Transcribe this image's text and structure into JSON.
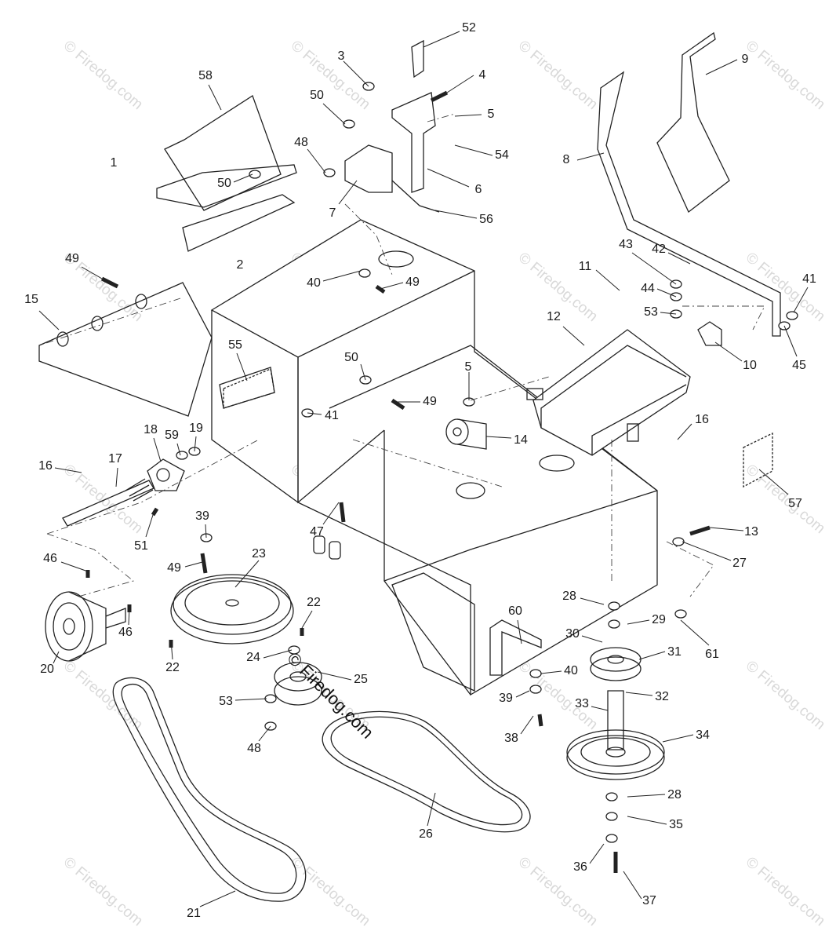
{
  "watermark": {
    "text": "© Firedog.com",
    "center_text": "© Firedog.com"
  },
  "labels": [
    {
      "id": "p1",
      "text": "1"
    },
    {
      "id": "p2",
      "text": "2"
    },
    {
      "id": "p3",
      "text": "3"
    },
    {
      "id": "p4",
      "text": "4"
    },
    {
      "id": "p5a",
      "text": "5"
    },
    {
      "id": "p5b",
      "text": "5"
    },
    {
      "id": "p6",
      "text": "6"
    },
    {
      "id": "p7",
      "text": "7"
    },
    {
      "id": "p8",
      "text": "8"
    },
    {
      "id": "p9",
      "text": "9"
    },
    {
      "id": "p10",
      "text": "10"
    },
    {
      "id": "p11",
      "text": "11"
    },
    {
      "id": "p12",
      "text": "12"
    },
    {
      "id": "p13",
      "text": "13"
    },
    {
      "id": "p14",
      "text": "14"
    },
    {
      "id": "p15",
      "text": "15"
    },
    {
      "id": "p16a",
      "text": "16"
    },
    {
      "id": "p16b",
      "text": "16"
    },
    {
      "id": "p17",
      "text": "17"
    },
    {
      "id": "p18",
      "text": "18"
    },
    {
      "id": "p19",
      "text": "19"
    },
    {
      "id": "p20",
      "text": "20"
    },
    {
      "id": "p21",
      "text": "21"
    },
    {
      "id": "p22a",
      "text": "22"
    },
    {
      "id": "p22b",
      "text": "22"
    },
    {
      "id": "p23",
      "text": "23"
    },
    {
      "id": "p24",
      "text": "24"
    },
    {
      "id": "p25",
      "text": "25"
    },
    {
      "id": "p26",
      "text": "26"
    },
    {
      "id": "p27",
      "text": "27"
    },
    {
      "id": "p28a",
      "text": "28"
    },
    {
      "id": "p28b",
      "text": "28"
    },
    {
      "id": "p29",
      "text": "29"
    },
    {
      "id": "p30",
      "text": "30"
    },
    {
      "id": "p31",
      "text": "31"
    },
    {
      "id": "p32",
      "text": "32"
    },
    {
      "id": "p33",
      "text": "33"
    },
    {
      "id": "p34",
      "text": "34"
    },
    {
      "id": "p35",
      "text": "35"
    },
    {
      "id": "p36",
      "text": "36"
    },
    {
      "id": "p37",
      "text": "37"
    },
    {
      "id": "p38",
      "text": "38"
    },
    {
      "id": "p39a",
      "text": "39"
    },
    {
      "id": "p39b",
      "text": "39"
    },
    {
      "id": "p40a",
      "text": "40"
    },
    {
      "id": "p40b",
      "text": "40"
    },
    {
      "id": "p41a",
      "text": "41"
    },
    {
      "id": "p41b",
      "text": "41"
    },
    {
      "id": "p42",
      "text": "42"
    },
    {
      "id": "p43",
      "text": "43"
    },
    {
      "id": "p44",
      "text": "44"
    },
    {
      "id": "p45",
      "text": "45"
    },
    {
      "id": "p46a",
      "text": "46"
    },
    {
      "id": "p46b",
      "text": "46"
    },
    {
      "id": "p47",
      "text": "47"
    },
    {
      "id": "p48a",
      "text": "48"
    },
    {
      "id": "p48b",
      "text": "48"
    },
    {
      "id": "p49a",
      "text": "49"
    },
    {
      "id": "p49b",
      "text": "49"
    },
    {
      "id": "p49c",
      "text": "49"
    },
    {
      "id": "p49d",
      "text": "49"
    },
    {
      "id": "p50a",
      "text": "50"
    },
    {
      "id": "p50b",
      "text": "50"
    },
    {
      "id": "p50c",
      "text": "50"
    },
    {
      "id": "p51",
      "text": "51"
    },
    {
      "id": "p52",
      "text": "52"
    },
    {
      "id": "p53a",
      "text": "53"
    },
    {
      "id": "p53b",
      "text": "53"
    },
    {
      "id": "p54",
      "text": "54"
    },
    {
      "id": "p55",
      "text": "55"
    },
    {
      "id": "p56",
      "text": "56"
    },
    {
      "id": "p57",
      "text": "57"
    },
    {
      "id": "p58",
      "text": "58"
    },
    {
      "id": "p59",
      "text": "59"
    },
    {
      "id": "p60",
      "text": "60"
    },
    {
      "id": "p61",
      "text": "61"
    }
  ]
}
